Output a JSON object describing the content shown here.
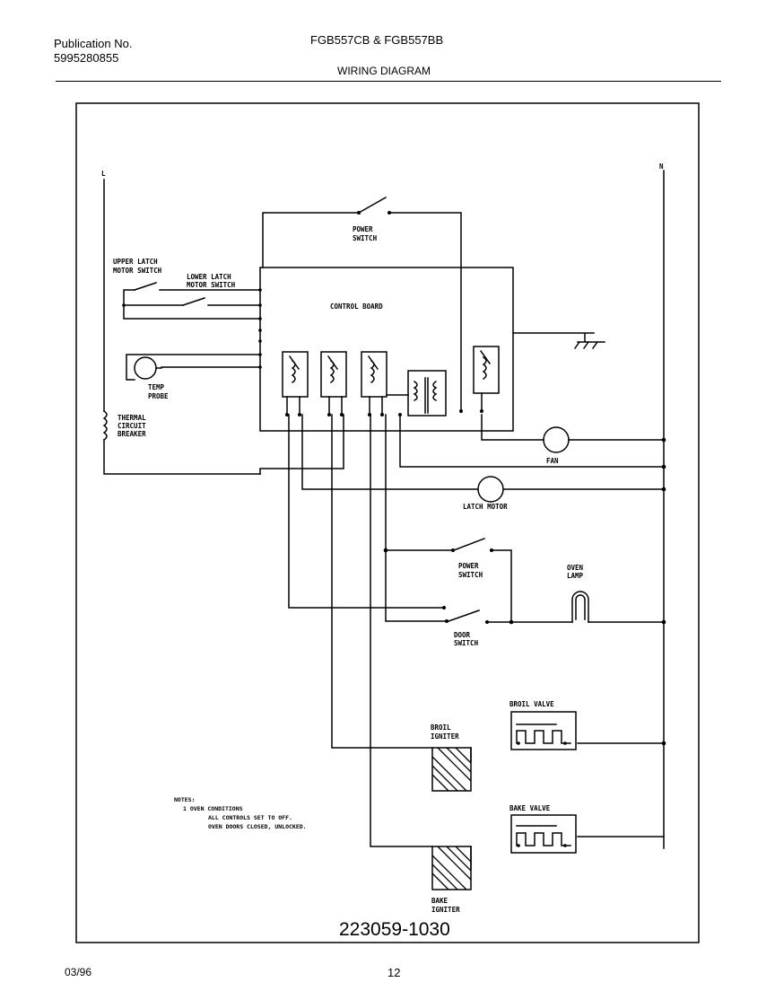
{
  "header": {
    "publication_label": "Publication No.",
    "publication_number": "5995280855",
    "models": "FGB557CB & FGB557BB",
    "title": "WIRING DIAGRAM"
  },
  "labels": {
    "line": "L",
    "neutral": "N",
    "power_switch_top": [
      "POWER",
      "SWITCH"
    ],
    "upper_latch": [
      "UPPER LATCH",
      "MOTOR SWITCH"
    ],
    "lower_latch": [
      "LOWER LATCH",
      "MOTOR SWITCH"
    ],
    "control_board": "CONTROL BOARD",
    "temp_probe": [
      "TEMP",
      "PROBE"
    ],
    "thermal_breaker": [
      "THERMAL",
      "CIRCUIT",
      "BREAKER"
    ],
    "fan": "FAN",
    "latch_motor": "LATCH MOTOR",
    "power_switch_mid": [
      "POWER",
      "SWITCH"
    ],
    "oven_lamp": [
      "OVEN",
      "LAMP"
    ],
    "door_switch": [
      "DOOR",
      "SWITCH"
    ],
    "broil_igniter": [
      "BROIL",
      "IGNITER"
    ],
    "broil_valve": "BROIL VALVE",
    "bake_valve": "BAKE VALVE",
    "bake_igniter": [
      "BAKE",
      "IGNITER"
    ]
  },
  "notes": {
    "heading": "NOTES:",
    "lines": [
      "1  OVEN CONDITIONS",
      "ALL CONTROLS SET TO OFF.",
      "OVEN DOORS CLOSED, UNLOCKED."
    ]
  },
  "footer": {
    "part_number": "223059-1030",
    "date": "03/96",
    "page": "12"
  }
}
